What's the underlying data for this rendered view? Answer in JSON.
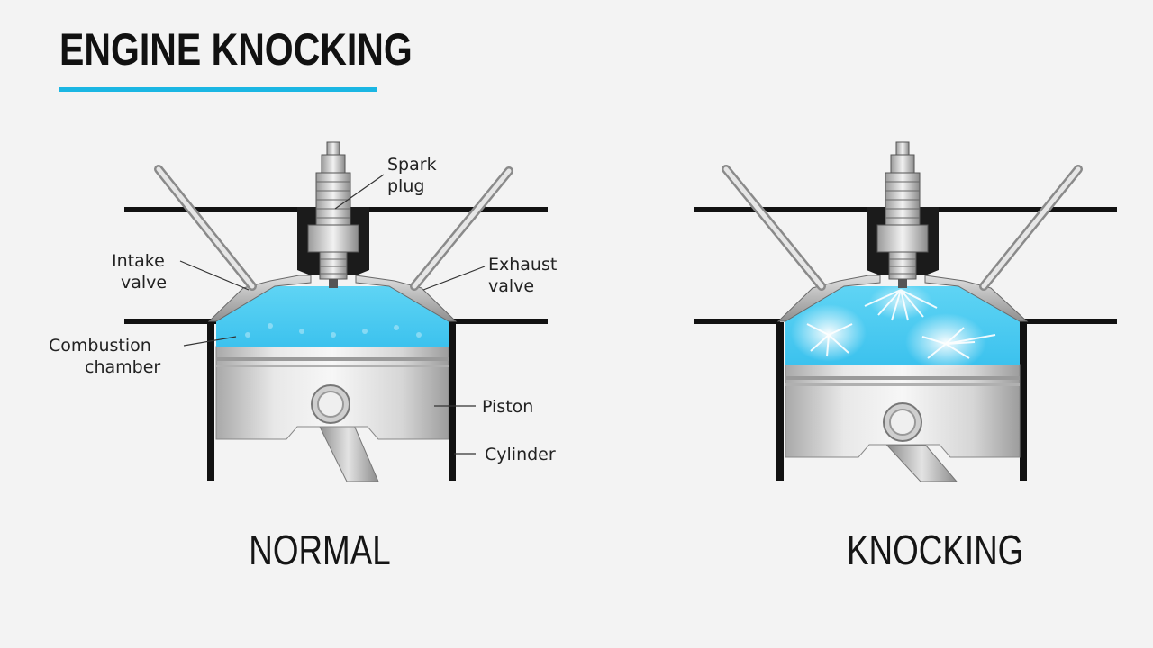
{
  "title": "ENGINE KNOCKING",
  "colors": {
    "accent": "#1ab6e3",
    "combustion": "#4fd0f2"
  },
  "labels": {
    "spark_plug": [
      "Spark",
      "plug"
    ],
    "intake_valve": [
      "Intake",
      "valve"
    ],
    "exhaust_valve": [
      "Exhaust",
      "valve"
    ],
    "combustion_chamber": [
      "Combustion",
      "chamber"
    ],
    "piston": "Piston",
    "cylinder": "Cylinder"
  },
  "captions": {
    "normal": "NORMAL",
    "knocking": "KNOCKING"
  }
}
